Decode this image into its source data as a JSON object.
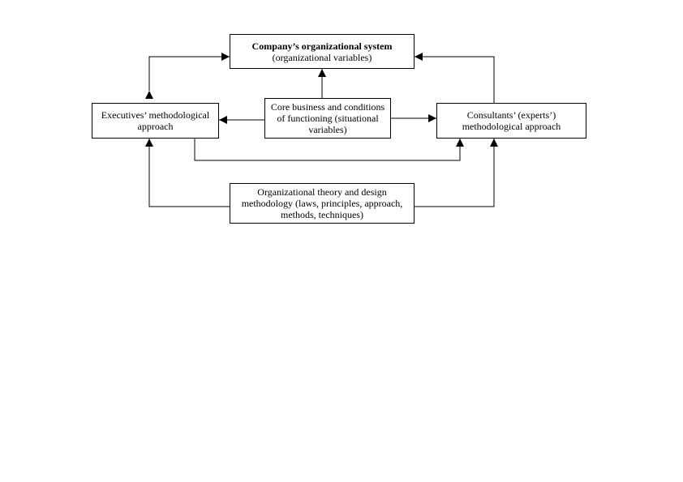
{
  "diagram": {
    "company_system": {
      "title": "Company’s organizational system",
      "subtitle": "(organizational variables)"
    },
    "executives": {
      "line1": "Executives’ methodological",
      "line2": "approach"
    },
    "core_business": {
      "line1": "Core business and conditions",
      "line2": "of functioning (situational",
      "line3": "variables)"
    },
    "consultants": {
      "line1": "Consultants’ (experts’)",
      "line2": "methodological approach"
    },
    "theory": {
      "line1": "Organizational theory and design",
      "line2": "methodology (laws, principles, approach,",
      "line3": "methods, techniques)"
    }
  }
}
